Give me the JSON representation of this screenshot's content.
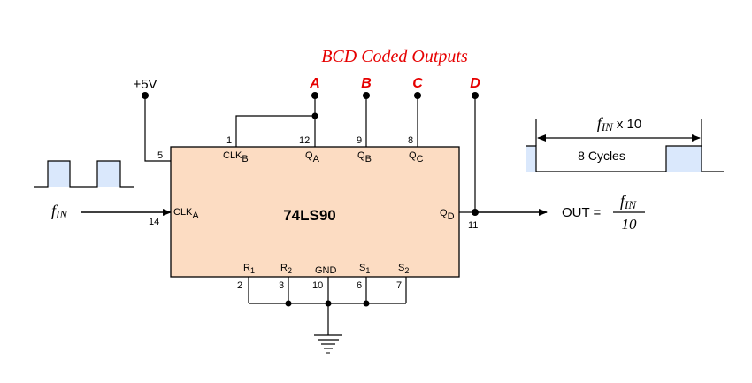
{
  "title": "BCD Coded Outputs",
  "supply_label": "+5V",
  "chip_name": "74LS90",
  "outputs": [
    {
      "letter": "A",
      "pin": "12",
      "pin_label": "Q",
      "pin_sub": "A"
    },
    {
      "letter": "B",
      "pin": "9",
      "pin_label": "Q",
      "pin_sub": "B"
    },
    {
      "letter": "C",
      "pin": "8",
      "pin_label": "Q",
      "pin_sub": "C"
    },
    {
      "letter": "D",
      "pin": "11",
      "pin_label": "Q",
      "pin_sub": "D"
    }
  ],
  "top_pins": [
    {
      "pin": "1",
      "label": "CLK",
      "sub": "B"
    },
    {
      "pin": "5",
      "label": "",
      "sub": ""
    }
  ],
  "clk_a": {
    "pin": "14",
    "label": "CLK",
    "sub": "A"
  },
  "input_label": {
    "main": "f",
    "sub": "IN"
  },
  "bottom_pins": [
    {
      "pin": "2",
      "label": "R",
      "sub": "1"
    },
    {
      "pin": "3",
      "label": "R",
      "sub": "2"
    },
    {
      "pin": "10",
      "label": "GND",
      "sub": ""
    },
    {
      "pin": "6",
      "label": "S",
      "sub": "1"
    },
    {
      "pin": "7",
      "label": "S",
      "sub": "2"
    }
  ],
  "output_formula": {
    "prefix": "OUT =",
    "numerator_main": "f",
    "numerator_sub": "IN",
    "denominator": "10"
  },
  "waveform_label": {
    "main": "f",
    "sub": "IN",
    "suffix": "x 10"
  },
  "cycles_label": "8 Cycles",
  "colors": {
    "chip_fill": "#fcdcc2",
    "pulse_fill": "#dae8fc",
    "title_red": "#e60000"
  }
}
